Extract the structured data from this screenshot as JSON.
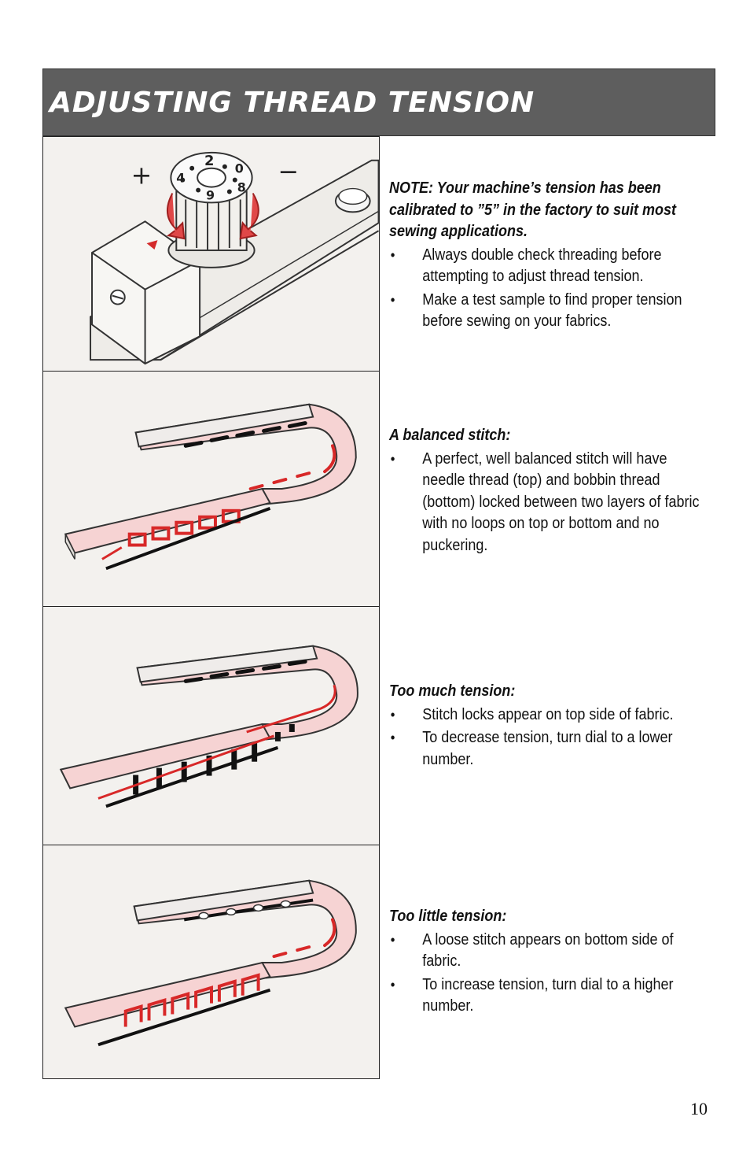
{
  "title": "ADJUSTING THREAD TENSION",
  "sections": [
    {
      "heading": "NOTE:  Your machine’s tension has been calibrated to ”5” in the factory  to suit most sewing applications.",
      "bullets": [
        "Always double check threading before attempting to adjust thread tension.",
        "Make a test sample to find proper tension before sewing on your fabrics."
      ]
    },
    {
      "heading": "A balanced stitch:",
      "bullets": [
        "A perfect, well balanced stitch will have needle thread (top) and bobbin thread (bottom) locked between two layers of fabric with no loops on top or bottom and no puckering."
      ]
    },
    {
      "heading": "Too much tension:",
      "bullets": [
        "Stitch locks appear on top side of fabric.",
        "To decrease tension, turn dial to a lower number."
      ]
    },
    {
      "heading": "Too little tension:",
      "bullets": [
        "A loose stitch appears on bottom side of fabric.",
        "To increase tension, turn dial to a higher number."
      ]
    }
  ],
  "dial": {
    "plus": "+",
    "minus": "−",
    "numbers": [
      "2",
      "0",
      "4",
      "9",
      "8"
    ]
  },
  "page_number": "10"
}
